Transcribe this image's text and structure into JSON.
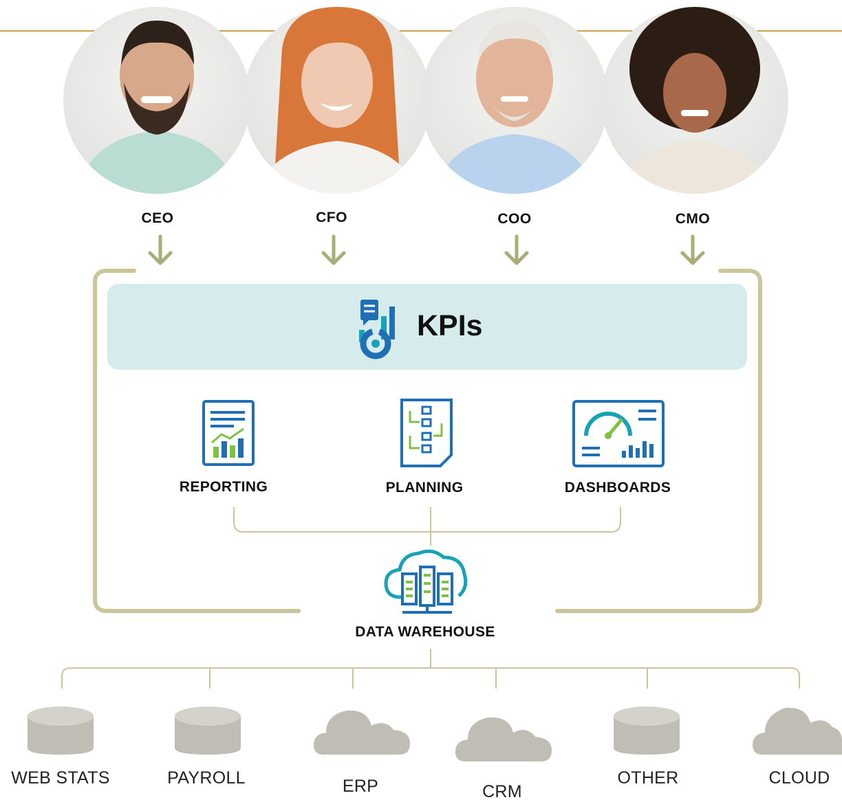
{
  "executives": [
    {
      "role": "CEO"
    },
    {
      "role": "CFO"
    },
    {
      "role": "COO"
    },
    {
      "role": "CMO"
    }
  ],
  "kpi_panel": {
    "title": "KPIs"
  },
  "tools": [
    {
      "label": "REPORTING",
      "icon": "report-document-icon"
    },
    {
      "label": "PLANNING",
      "icon": "planning-flowchart-icon"
    },
    {
      "label": "DASHBOARDS",
      "icon": "dashboard-gauge-icon"
    }
  ],
  "warehouse": {
    "label": "DATA WAREHOUSE",
    "icon": "cloud-server-icon"
  },
  "sources": [
    {
      "label": "WEB STATS",
      "icon": "database-icon"
    },
    {
      "label": "PAYROLL",
      "icon": "database-icon"
    },
    {
      "label": "ERP",
      "icon": "cloud-icon"
    },
    {
      "label": "CRM",
      "icon": "cloud-icon"
    },
    {
      "label": "OTHER",
      "icon": "database-icon"
    },
    {
      "label": "CLOUD",
      "icon": "cloud-icon"
    }
  ],
  "colors": {
    "accent_line": "#c9a24f",
    "bracket": "#c9c79a",
    "connector": "#a9ae78",
    "kpi_panel_bg": "#d6ecec",
    "icon_blue": "#1f6fb5",
    "icon_teal": "#17a2b8",
    "icon_green": "#7fc242",
    "source_gray": "#c0bdb5"
  }
}
